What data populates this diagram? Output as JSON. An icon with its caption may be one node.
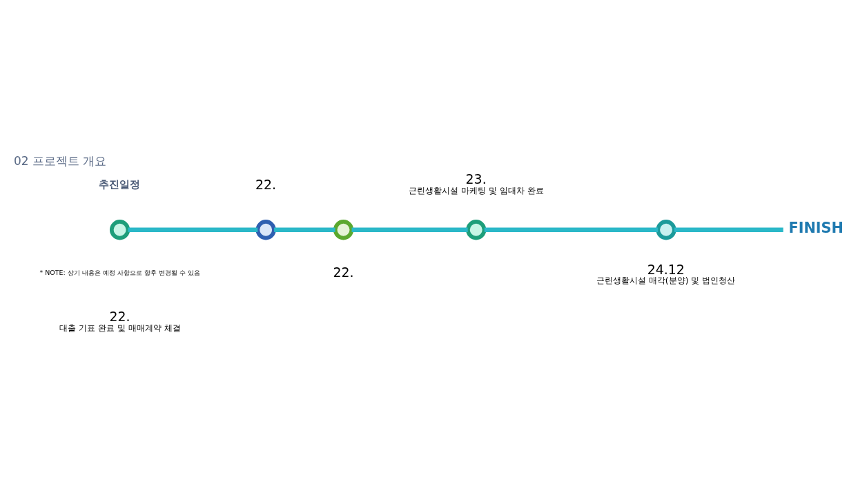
{
  "diagram": {
    "title": "02 프로젝트 개요",
    "nodes": [
      {
        "text": [],
        "shape": "circle",
        "beside": [
          "22.",
          "대출 기표 완료 및 매매계약 체결"
        ]
      },
      {
        "text": [],
        "shape": "circle",
        "beside": [
          "22."
        ]
      },
      {
        "text": [],
        "shape": "circle",
        "beside": [
          "22."
        ]
      },
      {
        "text": [],
        "shape": "circle",
        "beside": [
          "23.",
          "근린생활시설 마케팅 및 임대차 완료"
        ]
      },
      {
        "text": [],
        "shape": "circle",
        "beside": [
          "24.12",
          "근린생활시설 매각(분양) 및 법인청산"
        ]
      },
      {
        "text": [
          "FINISH"
        ]
      }
    ],
    "edges": [
      {
        "from": 0,
        "to": 1,
        "arrow": "none"
      },
      {
        "from": 1,
        "to": 2,
        "arrow": "none"
      },
      {
        "from": 2,
        "to": 3,
        "arrow": "none"
      },
      {
        "from": 3,
        "to": 4,
        "arrow": "none"
      },
      {
        "from": 4,
        "to": 5,
        "arrow": "none"
      }
    ],
    "labels": [
      "추진일정",
      "* NOTE: 상기 내용은 예정 사항으로 향후 변경될 수 있음"
    ]
  }
}
